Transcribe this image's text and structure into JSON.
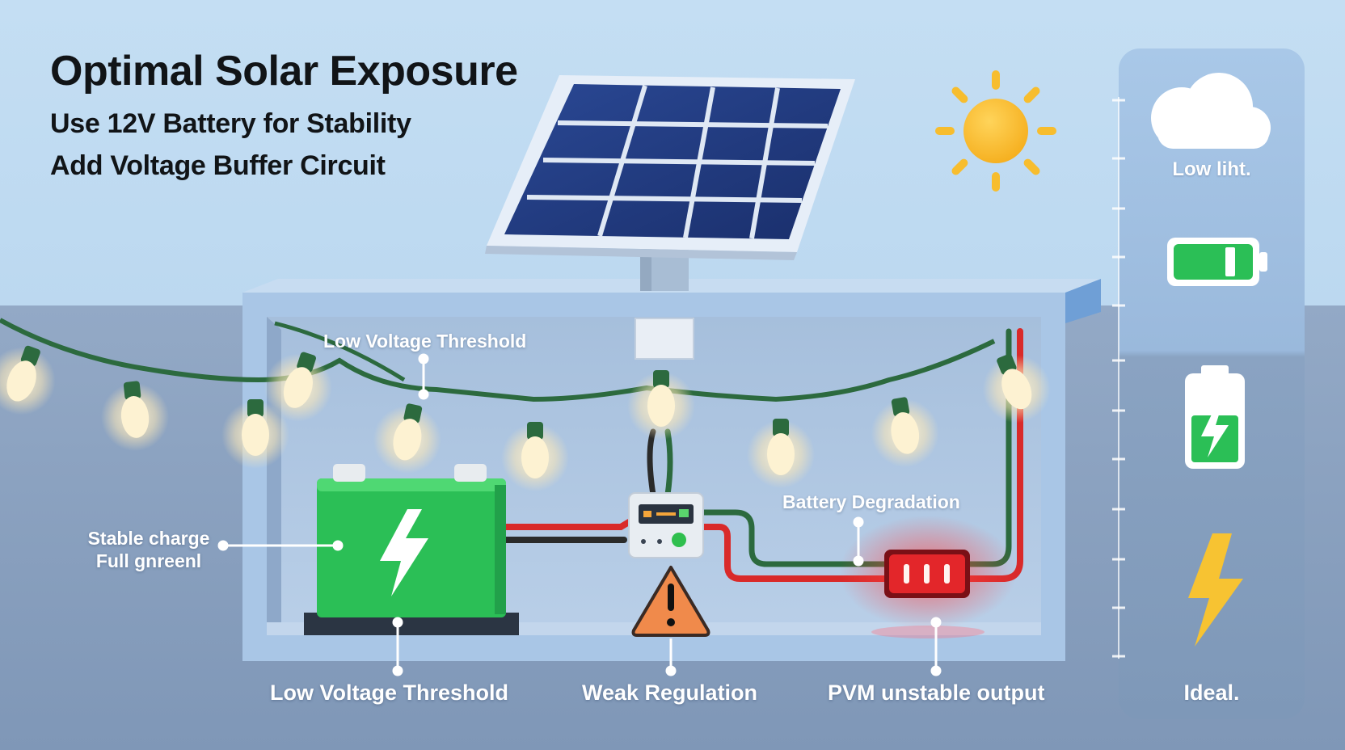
{
  "heading": {
    "title": "Optimal Solar Exposure",
    "line1": "Use 12V Battery for Stability",
    "line2": "Add Voltage Buffer Circuit"
  },
  "labels": {
    "low_voltage_top": "Low Voltage Threshold",
    "stable_charge": "Stable charge",
    "full_green": "Full gnreenl",
    "battery_degradation": "Battery Degradation",
    "low_voltage_bottom": "Low Voltage Threshold",
    "weak_regulation": "Weak Regulation",
    "pvm_output": "PVM unstable output"
  },
  "side_panel": {
    "cloud_label": "Low liht.",
    "ideal_label": "Ideal."
  },
  "icons": {
    "sun": "sun-icon",
    "cloud": "cloud-icon",
    "battery_horizontal": "battery-full-icon",
    "battery_vertical": "battery-charging-icon",
    "lightning": "lightning-icon",
    "warning": "warning-icon"
  },
  "colors": {
    "sky": "#b9d7f0",
    "ground": "#8ea6c4",
    "panel": "#1e3a80",
    "battery_green": "#2bbf56",
    "warning_orange": "#f08a4b",
    "sun_yellow": "#f7bd2e",
    "red_led": "#e3262a",
    "wire_green": "#2c6a3e",
    "wire_red": "#d92a2a"
  }
}
